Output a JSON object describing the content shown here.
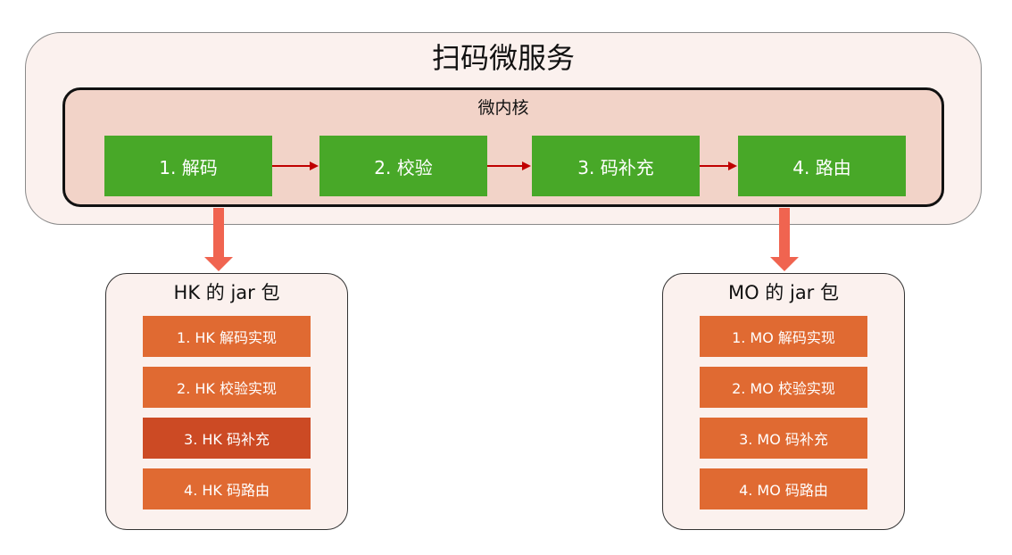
{
  "service": {
    "title": "扫码微服务",
    "kernel": {
      "title": "微内核",
      "steps": [
        "1. 解码",
        "2. 校验",
        "3. 码补充",
        "4. 路由"
      ]
    }
  },
  "plugins": [
    {
      "title": "HK 的 jar 包",
      "items": [
        "1. HK 解码实现",
        "2. HK 校验实现",
        "3. HK 码补充",
        "4. HK 码路由"
      ]
    },
    {
      "title": "MO 的 jar 包",
      "items": [
        "1. MO 解码实现",
        "2. MO 校验实现",
        "3. MO 码补充",
        "4. MO 码路由"
      ]
    }
  ],
  "colors": {
    "step_fill": "#48a828",
    "item_fill": "#e06a32",
    "item_highlight_fill": "#cc4a24",
    "flow_arrow": "#c00000",
    "plugin_arrow": "#f06450"
  }
}
